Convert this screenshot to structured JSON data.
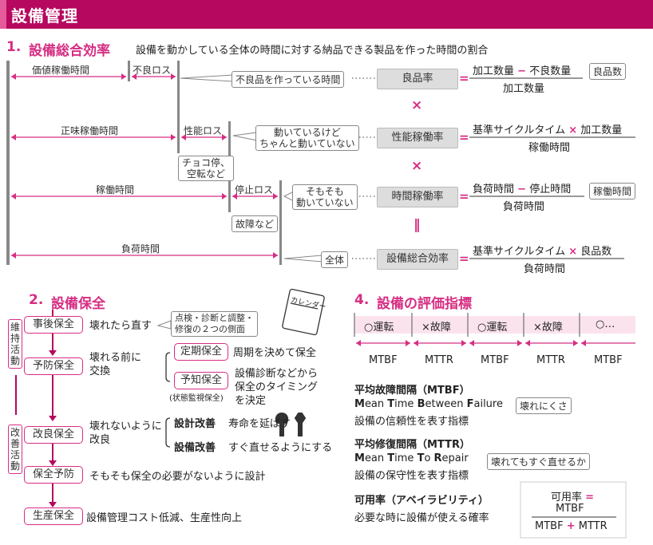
{
  "title": "設備管理",
  "section1": {
    "number": "1.",
    "heading": "設備総合効率",
    "subtitle": "設備を動かしている全体の時間に対する納品できる製品を作った時間の割合",
    "time_labels": {
      "value_time": "価値稼働時間",
      "defect_loss": "不良ロス",
      "net_time": "正味稼働時間",
      "perf_loss": "性能ロス",
      "oper_time": "稼働時間",
      "stop_loss": "停止ロス",
      "load_time": "負荷時間"
    },
    "notes": {
      "defect_note": "不良品を作っている時間",
      "perf_note": "動いているけど\nちゃんと動いていない",
      "perf_example": "チョコ停、\n空転など",
      "stop_note": "そもそも\n動いていない",
      "stop_example": "故障など",
      "whole": "全体"
    },
    "rates": {
      "yield": "良品率",
      "performance": "性能稼働率",
      "availability": "時間稼働率",
      "oee": "設備総合効率"
    },
    "formulas": {
      "yield_num_a": "加工数量",
      "yield_num_b": "不良数量",
      "yield_den": "加工数量",
      "yield_tag": "良品数",
      "perf_num_a": "基準サイクルタイム",
      "perf_num_b": "加工数量",
      "perf_den": "稼働時間",
      "avail_num_a": "負荷時間",
      "avail_num_b": "停止時間",
      "avail_den": "負荷時間",
      "avail_tag": "稼働時間",
      "oee_num_a": "基準サイクルタイム",
      "oee_num_b": "良品数",
      "oee_den": "負荷時間"
    },
    "ops": {
      "eq": "=",
      "minus": "−",
      "times": "×",
      "result": "‖"
    }
  },
  "section2": {
    "number": "2.",
    "heading": "設備保全",
    "group1_label": "維持活動",
    "group2_label": "改善活動",
    "steps": {
      "breakdown": "事後保全",
      "breakdown_desc": "壊れたら直す",
      "preventive": "予防保全",
      "preventive_desc": "壊れる前に\n交換",
      "corrective": "改良保全",
      "corrective_desc": "壊れないように\n改良",
      "prevention": "保全予防",
      "prevention_desc": "そもそも保全の必要がないように設計",
      "productive": "生産保全",
      "productive_desc": "設備管理コスト低減、生産性向上"
    },
    "aspects_note": "点検・診断と調整・\n修復の２つの側面",
    "sub": {
      "tbm": "定期保全",
      "tbm_desc": "周期を決めて保全",
      "cbm": "予知保全",
      "cbm_paren": "(状態監視保全)",
      "cbm_desc": "設備診断などから\n保全のタイミング\nを決定",
      "design1": "設計改善",
      "design1_desc": "寿命を延ばす",
      "design2": "設備改善",
      "design2_desc": "すぐ直せるようにする"
    },
    "calendar_text": "カレンダー"
  },
  "section4": {
    "number": "4.",
    "heading": "設備の評価指標",
    "timeline": [
      "○運転",
      "×故障",
      "○運転",
      "×故障",
      "○…"
    ],
    "timeline_bottom": [
      "MTBF",
      "MTTR",
      "MTBF",
      "MTTR",
      "MTBF"
    ],
    "mtbf": {
      "head": "平均故障間隔（MTBF）",
      "en_parts": [
        "M",
        "ean ",
        "T",
        "ime ",
        "B",
        "etween ",
        "F",
        "ailure"
      ],
      "desc": "設備の信頼性を表す指標",
      "tag": "壊れにくさ"
    },
    "mttr": {
      "head": "平均修復間隔（MTTR）",
      "en_parts": [
        "M",
        "ean ",
        "T",
        "ime ",
        "T",
        "o ",
        "R",
        "epair"
      ],
      "desc": "設備の保守性を表す指標",
      "tag": "壊れてもすぐ直せるか"
    },
    "avail": {
      "head": "可用率（アベイラビリティ）",
      "desc": "必要な時に設備が使える確率",
      "formula_label": "可用率",
      "formula_num": "MTBF",
      "formula_den_a": "MTBF",
      "formula_den_b": "MTTR",
      "plus": "+"
    }
  },
  "colors": {
    "brand": "#b5085e",
    "accent": "#d62e83",
    "light_pink": "#fbe3ee",
    "gray_box": "#dddddd"
  }
}
